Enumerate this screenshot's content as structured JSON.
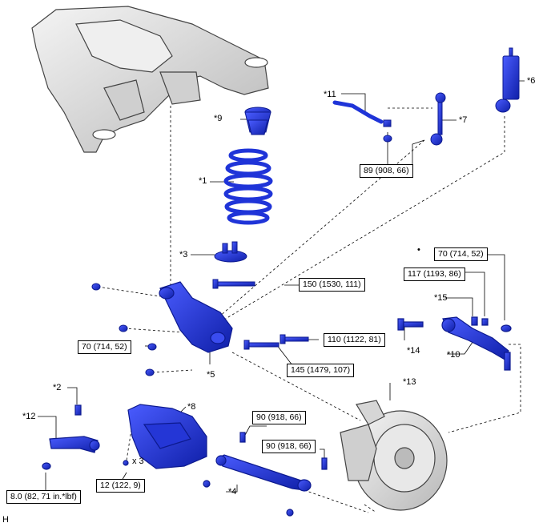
{
  "colors": {
    "part_blue": "#1f34d8",
    "part_dark": "#0d1a8f",
    "frame_gray": "#d9d9d9",
    "line": "#000000"
  },
  "callouts": {
    "c1": "*1",
    "c2": "*2",
    "c3": "*3",
    "c4": "*4",
    "c5": "*5",
    "c6": "*6",
    "c7": "*7",
    "c8": "*8",
    "c9": "*9",
    "c10": "*10",
    "c11": "*11",
    "c12": "*12",
    "c13": "*13",
    "c14": "*14",
    "c15": "*15",
    "x3": "x 3",
    "bullet": "•",
    "corner": "H"
  },
  "torques": {
    "t1": "89 (908, 66)",
    "t2": "150 (1530, 111)",
    "t3": "70 (714, 52)",
    "t4": "117 (1193, 86)",
    "t5": "110 (1122, 81)",
    "t6": "70 (714, 52)",
    "t7": "145 (1479, 107)",
    "t8": "90 (918, 66)",
    "t9": "90 (918, 66)",
    "t10": "12 (122, 9)",
    "t11": "8.0 (82, 71 in.*lbf)"
  }
}
